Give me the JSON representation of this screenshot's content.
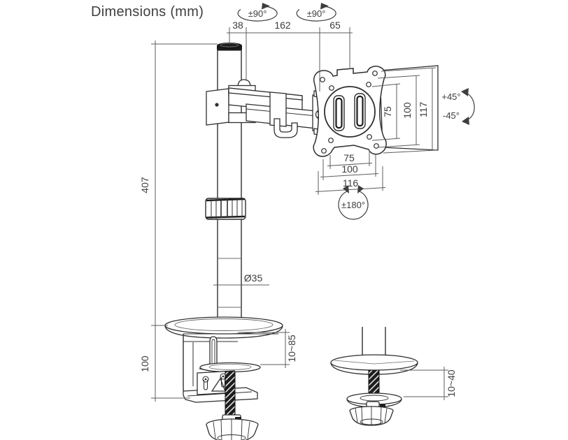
{
  "title": "Dimensions (mm)",
  "dims": {
    "top": {
      "pole_offset": "38",
      "arm_length": "162",
      "vesa_offset": "65"
    },
    "pole": {
      "height": "407",
      "diameter": "Ø35"
    },
    "clamp": {
      "height": "100",
      "desk_thickness_range": "10~85"
    },
    "grommet": {
      "desk_thickness_range": "10~40"
    },
    "vesa": {
      "v75": "75",
      "v100": "100",
      "v117": "117",
      "h75": "75",
      "h100": "100",
      "h116": "116"
    },
    "rotation": {
      "arm_left": "±90°",
      "arm_right": "±90°",
      "swivel": "±180°",
      "tilt_up": "+45°",
      "tilt_down": "-45°"
    }
  },
  "colors": {
    "line": "#2f2f2f",
    "dim_line": "#5c5c5c",
    "text": "#3d3d3d",
    "fill_dark": "#1c1c1c"
  }
}
